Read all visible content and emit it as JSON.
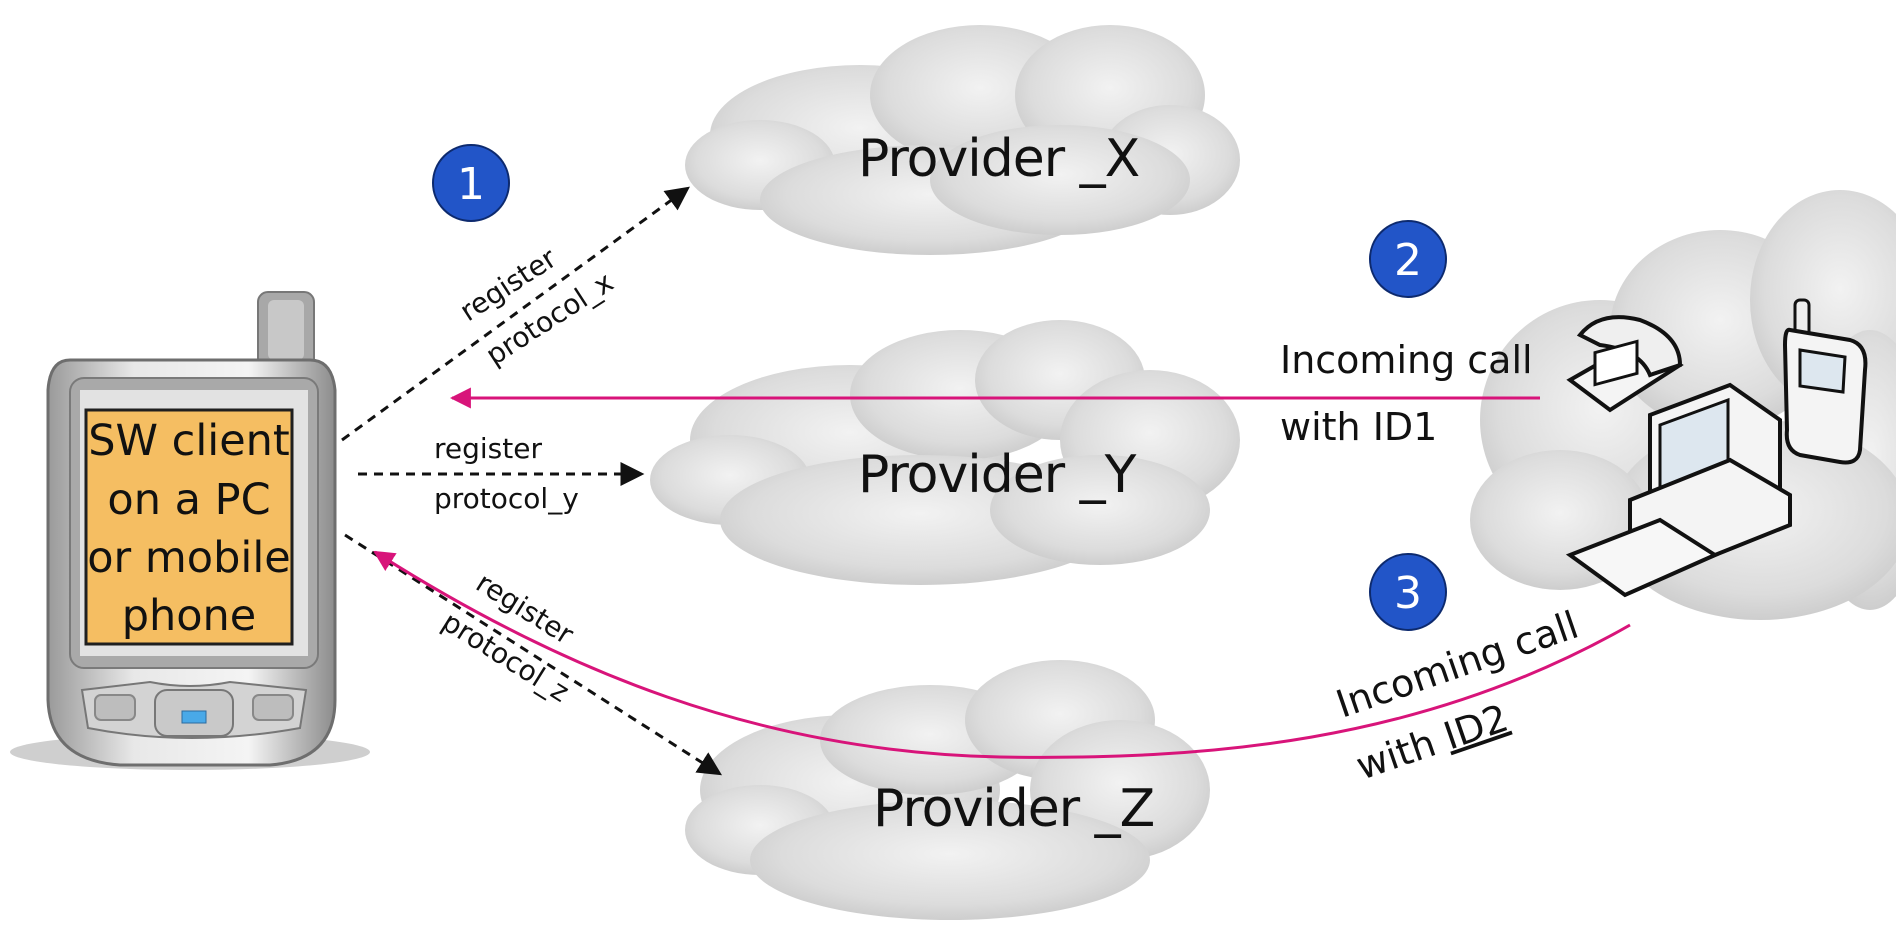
{
  "badges": {
    "one": "1",
    "two": "2",
    "three": "3"
  },
  "providers": {
    "x": "Provider _X",
    "y": "Provider _Y",
    "z": "Provider _Z"
  },
  "client": {
    "line1": "SW client",
    "line2": "on a PC",
    "line3": "or mobile",
    "line4": "phone"
  },
  "arrows": {
    "x_top": "register",
    "x_bottom": "protocol_x",
    "y_top": "register",
    "y_bottom": "protocol_y",
    "z_top": "register",
    "z_bottom": "protocol_z"
  },
  "incoming1": {
    "line1": "Incoming call",
    "line2": "with ID1"
  },
  "incoming2": {
    "line1": "Incoming call",
    "line2_prefix": "with ",
    "line2_id": "ID2"
  },
  "colors": {
    "badge": "#2255c8",
    "call_line": "#d8147a",
    "client_screen": "#f5be62",
    "cloud": "#d9d9d9"
  }
}
